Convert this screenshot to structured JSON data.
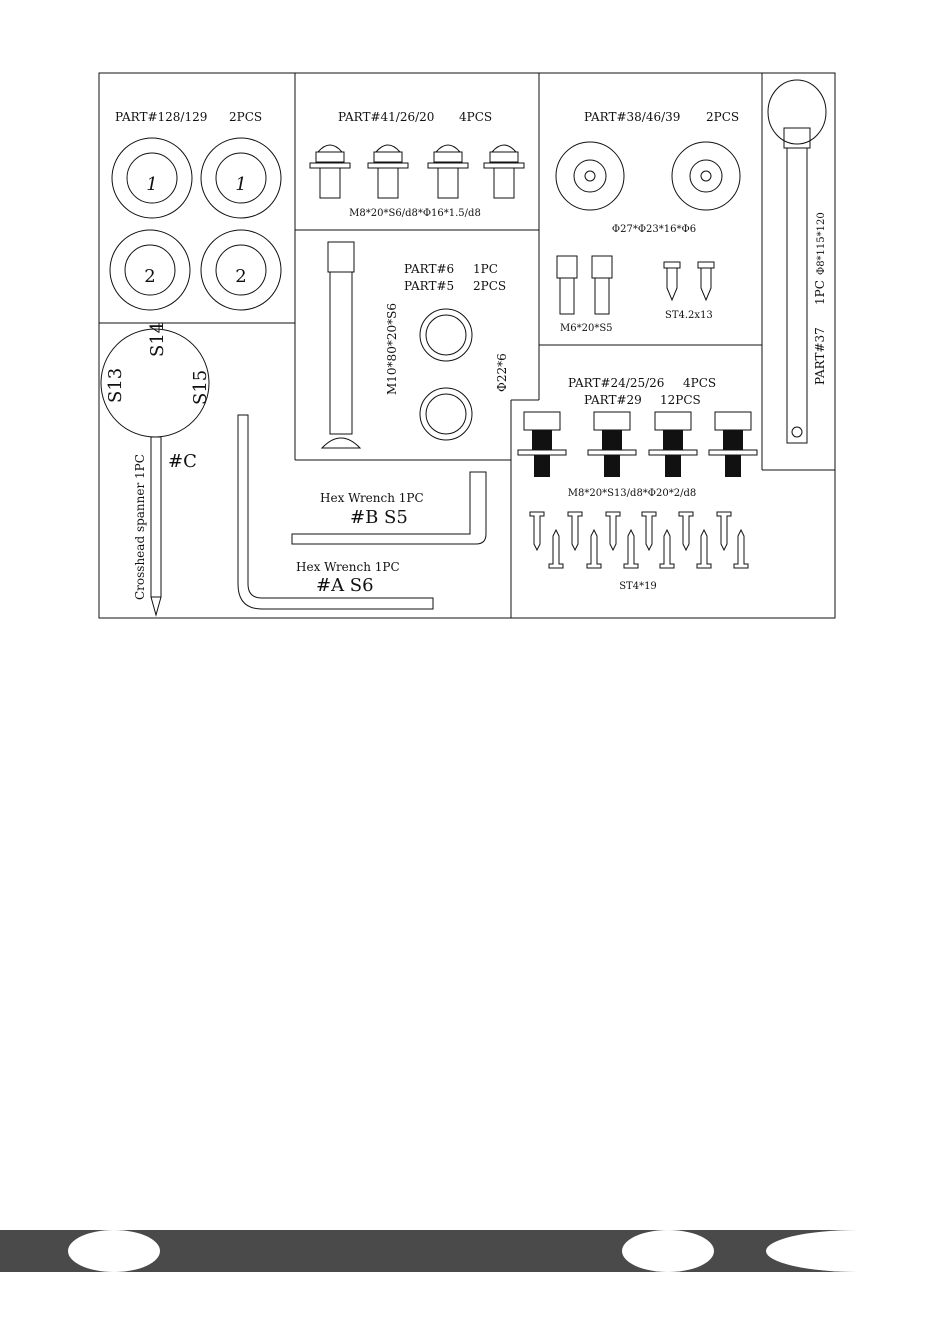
{
  "document": {
    "title": "Hardware pack parts list",
    "panels": {
      "p128_129": {
        "part": "PART#128/129",
        "qty": "2PCS"
      },
      "p41_26_20": {
        "part": "PART#41/26/20",
        "qty": "4PCS",
        "spec": "M8*20*S6/d8*Φ16*1.5/d8"
      },
      "p38_46_39": {
        "part": "PART#38/46/39",
        "qty": "2PCS",
        "spec": "Φ27*Φ23*16*Φ6"
      },
      "p37": {
        "part": "PART#37",
        "qty": "1PC",
        "spec": "Φ8*115*120"
      },
      "p6_5": {
        "part1": "PART#6",
        "qty1": "1PC",
        "part2": "PART#5",
        "qty2": "2PCS",
        "bolt_spec": "M10*80*20*S6",
        "washer_spec": "Φ22*6"
      },
      "m6": {
        "spec": "M6*20*S5"
      },
      "st42": {
        "spec": "ST4.2x13"
      },
      "p24_25_26": {
        "part1": "PART#24/25/26",
        "qty1": "4PCS",
        "part2": "PART#29",
        "qty2": "12PCS",
        "spec": "M8*20*S13/d8*Φ20*2/d8"
      },
      "st419": {
        "spec": "ST4*19"
      },
      "spanner": {
        "s14": "S14",
        "s13": "S13",
        "s15": "S15",
        "code": "#C",
        "name": "Crosshead spanner 1PC"
      },
      "hexB": {
        "name": "Hex Wrench 1PC",
        "code": "#B S5"
      },
      "hexA": {
        "name": "Hex Wrench 1PC",
        "code": "#A S6"
      }
    },
    "knob_numbers": [
      "1",
      "1",
      "2",
      "2"
    ]
  }
}
